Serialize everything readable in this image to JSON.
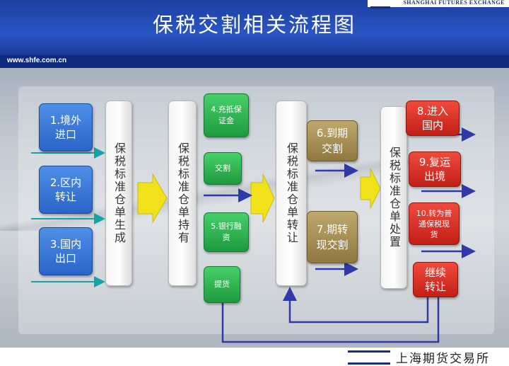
{
  "header": {
    "title": "保税交割相关流程图",
    "org_en": "SHANGHAI FUTURES EXCHANGE"
  },
  "urlbar": {
    "url": "www.shfe.com.cn"
  },
  "footer": {
    "org_cn": "上海期货交易所"
  },
  "colors": {
    "header": "#2a55c4",
    "blue_box": "#2a64c8",
    "green_box": "#1e9a3e",
    "olive_box": "#8f7840",
    "red_box": "#c21f17",
    "teal_arrow": "#17a2a6",
    "navy_arrow": "#2f3aa8",
    "yellow_arrow": "#f2e21a"
  },
  "sources": [
    {
      "label": "1.境外进口"
    },
    {
      "label": "2.区内转让"
    },
    {
      "label": "3.国内出口"
    }
  ],
  "stages": [
    {
      "label": "保税标准仓单生成"
    },
    {
      "label": "保税标准仓单持有"
    },
    {
      "label": "保税标准仓单转让"
    },
    {
      "label": "保税标准仓单处置"
    }
  ],
  "holding_actions": [
    {
      "label": "4.充抵保证金"
    },
    {
      "label": "交割"
    },
    {
      "label": "5.银行融资"
    },
    {
      "label": "提货"
    }
  ],
  "transfer_actions": [
    {
      "label": "6.到期交割"
    },
    {
      "label": "7.期转现交割"
    }
  ],
  "disposal_actions": [
    {
      "label": "8.进入国内"
    },
    {
      "label": "9.复运出境"
    },
    {
      "label": "10.转为普通保税现货"
    },
    {
      "label": "继续转让"
    }
  ]
}
